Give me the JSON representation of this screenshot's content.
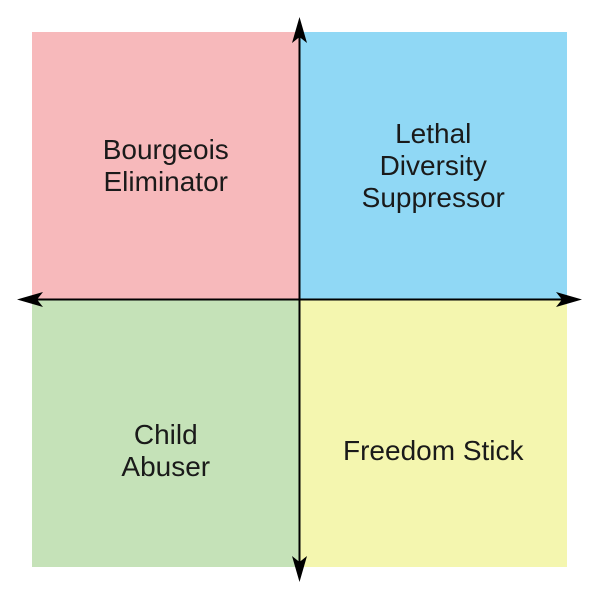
{
  "diagram": {
    "type": "quadrant-compass",
    "background_color": "#ffffff",
    "axis_color": "#000000",
    "text_color": "#1a1a1a",
    "quadrants": [
      {
        "position": "top-left",
        "lines": [
          "Bourgeois",
          "Eliminator"
        ],
        "color": "#f7b9bb"
      },
      {
        "position": "top-right",
        "lines": [
          "Lethal",
          "Diversity",
          "Suppressor"
        ],
        "color": "#90d8f5"
      },
      {
        "position": "bottom-left",
        "lines": [
          "Child",
          "Abuser"
        ],
        "color": "#c5e2b8"
      },
      {
        "position": "bottom-right",
        "lines": [
          "Freedom Stick"
        ],
        "color": "#f4f6af"
      }
    ]
  }
}
